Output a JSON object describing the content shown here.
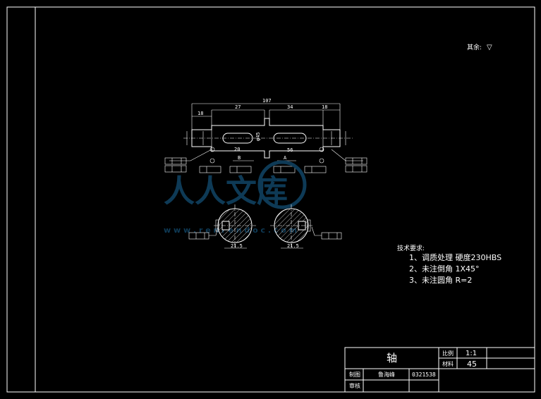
{
  "colors": {
    "background": "#000000",
    "lines": "#ffffff",
    "watermark": "#0e3a56"
  },
  "corner_note": {
    "label": "其余:",
    "symbol": "▽"
  },
  "dimensions": {
    "total_length": "107",
    "seg_left": "27",
    "seg_mid": "34",
    "seg_right": "18",
    "end_left": "18",
    "keyway_left": "20",
    "keyway_right": "56",
    "diameter_mid": "φ45",
    "section_left": "21.5",
    "section_right": "21.5",
    "datum_a": "A",
    "datum_b": "B"
  },
  "watermark": {
    "text": "人人文库",
    "url": "w w w . r e n r e n d o c . c o m"
  },
  "tech_requirements": {
    "title": "技术要求:",
    "items": [
      "1、调质处理  硬度230HBS",
      "2、未注倒角  1X45°",
      "3、未注圆角  R=2"
    ]
  },
  "title_block": {
    "part_name": "轴",
    "scale_label": "比例",
    "scale_value": "1:1",
    "material_label": "材料",
    "material_value": "45",
    "drawn_label": "制图",
    "designer": "鲁海峰",
    "student_id": "0321538",
    "checked_label": "审核"
  }
}
